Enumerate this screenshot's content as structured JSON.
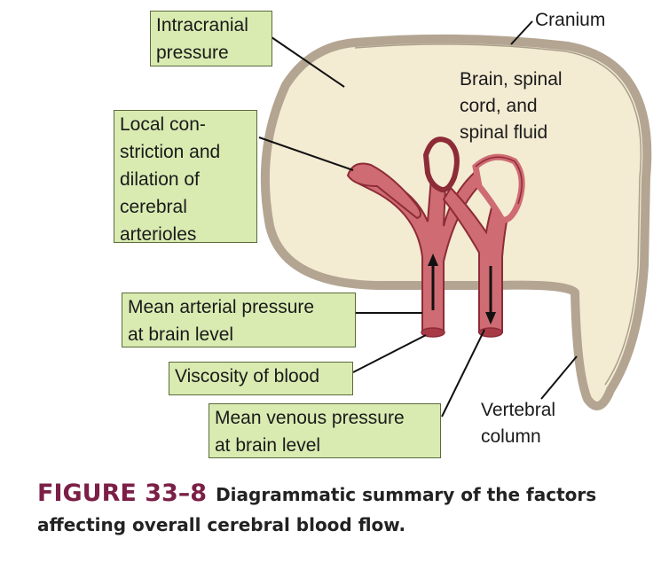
{
  "labels": {
    "intracranial_pressure": "Intracranial\npressure",
    "local_constriction": "Local con-\nstriction and\ndilation of\ncerebral\narterioles",
    "mean_arterial_pressure": "Mean arterial pressure\nat brain level",
    "viscosity": "Viscosity of blood",
    "mean_venous_pressure": "Mean venous pressure\nat brain level",
    "cranium": "Cranium",
    "brain": "Brain, spinal\ncord, and\nspinal fluid",
    "vertebral_column": "Vertebral\ncolumn"
  },
  "caption": {
    "number": "FIGURE 33–8",
    "text": "Diagrammatic summary of the factors affecting overall cerebral blood flow."
  },
  "colors": {
    "label_fill": "#d9ebb1",
    "label_border": "#5b6b3a",
    "cranium_wall": "#b3a592",
    "brain_fill": "#f3ebd2",
    "vessel_fill": "#cf6b72",
    "vessel_edge": "#8d2b37",
    "caption_number": "#7b1f47"
  }
}
